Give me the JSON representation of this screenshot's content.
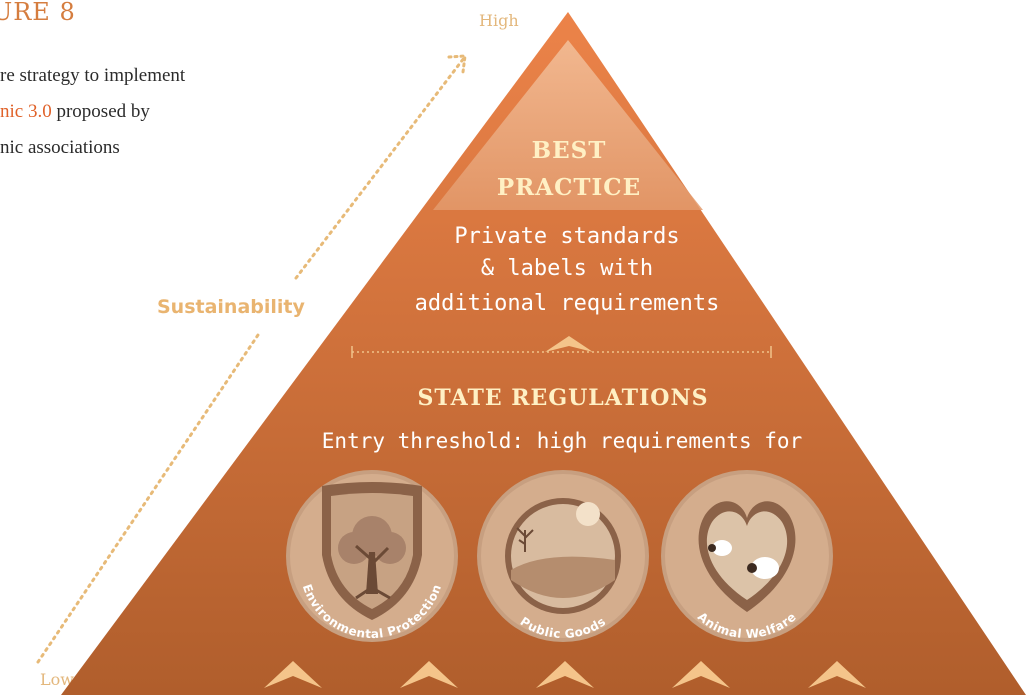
{
  "figure": {
    "label": "URE 8",
    "caption_lines": [
      {
        "pre": "re strategy to implement",
        "hl": "",
        "post": ""
      },
      {
        "pre": "",
        "hl": "nic 3.0",
        "post": " proposed by"
      },
      {
        "pre": "nic associations",
        "hl": "",
        "post": ""
      }
    ]
  },
  "axis": {
    "high": "High",
    "low": "Low",
    "title": "Sustainability"
  },
  "pyramid": {
    "top": {
      "title_line1": "BEST",
      "title_line2": "PRACTICE",
      "desc_lines": [
        "Private standards",
        "& labels with",
        "additional requirements"
      ]
    },
    "middle": {
      "title": "STATE REGULATIONS",
      "entry_text": "Entry threshold: high requirements for"
    },
    "badges": [
      {
        "label": "Environmental Protection",
        "icon": "shield-tree-icon"
      },
      {
        "label": "Public Goods",
        "icon": "sun-landscape-icon"
      },
      {
        "label": "Animal Welfare",
        "icon": "heart-sheep-icon"
      }
    ]
  },
  "colors": {
    "pyramid_top": "#e9804a",
    "pyramid_bottom": "#b3602d",
    "tip": "#f0b48c",
    "chevron": "#f4c48a",
    "badge_fill": "#cfa889",
    "badge_ring": "#8b6248"
  }
}
